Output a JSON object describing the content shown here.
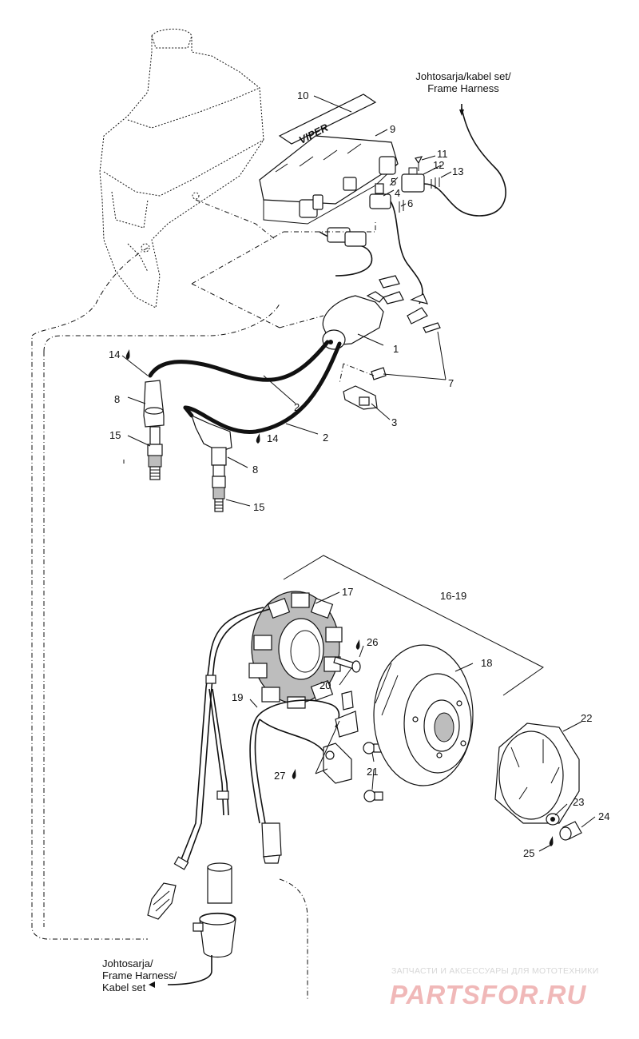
{
  "callouts": {
    "c1": "1",
    "c2a": "2",
    "c2b": "2",
    "c3": "3",
    "c4": "4",
    "c5": "5",
    "c6": "6",
    "c7": "7",
    "c8a": "8",
    "c8b": "8",
    "c9": "9",
    "c10": "10",
    "c11": "11",
    "c12": "12",
    "c13": "13",
    "c14a": "14",
    "c14b": "14",
    "c15a": "15",
    "c15b": "15",
    "c16_19": "16-19",
    "c17": "17",
    "c18": "18",
    "c19": "19",
    "c20": "20",
    "c21": "21",
    "c22": "22",
    "c23": "23",
    "c24": "24",
    "c25": "25",
    "c26": "26",
    "c27": "27"
  },
  "notes": {
    "top_line1": "Johtosarja/kabel set/",
    "top_line2": "Frame Harness",
    "bottom_line1": "Johtosarja/",
    "bottom_line2": "Frame Harness/",
    "bottom_line3": "Kabel set"
  },
  "emblem_text": "VIPER",
  "watermark": {
    "line1": "ЗАПЧАСТИ И АКСЕССУАРЫ ДЛЯ МОТОТЕХНИКИ",
    "line2": "PARTSFOR.RU"
  },
  "colors": {
    "ink": "#111111",
    "watermark_red": "#f0b8b8",
    "watermark_gray": "#d7d7d7"
  }
}
